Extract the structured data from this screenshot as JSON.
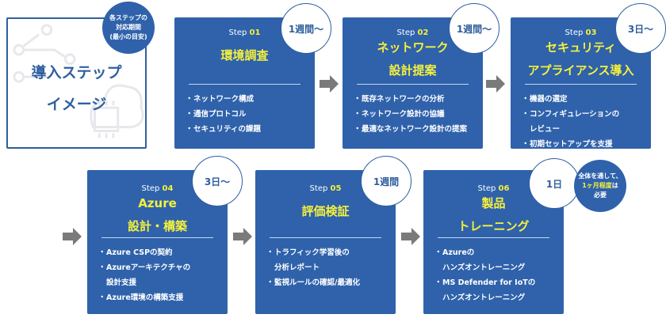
{
  "intro": {
    "title_line1": "導入ステップ",
    "title_line2": "イメージ",
    "badge": [
      "各ステップの",
      "対応期間",
      "(最小の目安)"
    ]
  },
  "steps": [
    {
      "prefix": "Step",
      "num": "01",
      "title": [
        "環境調査"
      ],
      "duration": "1週間〜",
      "items": [
        [
          "ネットワーク構成"
        ],
        [
          "通信プロトコル"
        ],
        [
          "セキュリティの課題"
        ]
      ]
    },
    {
      "prefix": "Step",
      "num": "02",
      "title": [
        "ネットワーク",
        "設計提案"
      ],
      "duration": "1週間〜",
      "items": [
        [
          "既存ネットワークの分析"
        ],
        [
          "ネットワーク設計の協議"
        ],
        [
          "最適なネットワーク設計の提案"
        ]
      ]
    },
    {
      "prefix": "Step",
      "num": "03",
      "title": [
        "セキュリティ",
        "アプライアンス導入"
      ],
      "duration": "3日〜",
      "items": [
        [
          "機器の選定"
        ],
        [
          "コンフィギュレーションの",
          "レビュー"
        ],
        [
          "初期セットアップを支援"
        ]
      ]
    },
    {
      "prefix": "Step",
      "num": "04",
      "title": [
        "Azure",
        "設計・構築"
      ],
      "duration": "3日〜",
      "items": [
        [
          "Azure CSPの契約"
        ],
        [
          "Azureアーキテクチャの",
          "設計支援"
        ],
        [
          "Azure環境の構築支援"
        ]
      ]
    },
    {
      "prefix": "Step",
      "num": "05",
      "title": [
        "評価検証"
      ],
      "duration": "1週間",
      "items": [
        [
          "トラフィック学習後の",
          "分析レポート"
        ],
        [
          "監視ルールの確認/最適化"
        ]
      ]
    },
    {
      "prefix": "Step",
      "num": "06",
      "title": [
        "製品",
        "トレーニング"
      ],
      "duration": "1日",
      "items": [
        [
          "Azureの",
          "ハンズオントレーニング"
        ],
        [
          "MS Defender for IoTの",
          "ハンズオントレーニング"
        ]
      ]
    }
  ],
  "summary_badge": {
    "line1": "全体を通して、",
    "line2_highlight": "1ヶ月程度",
    "line2_rest": "は",
    "line3": "必要"
  },
  "colors": {
    "box": "#2f62ab",
    "highlight": "#f5f03c",
    "arrow": "#7a7a7a"
  }
}
